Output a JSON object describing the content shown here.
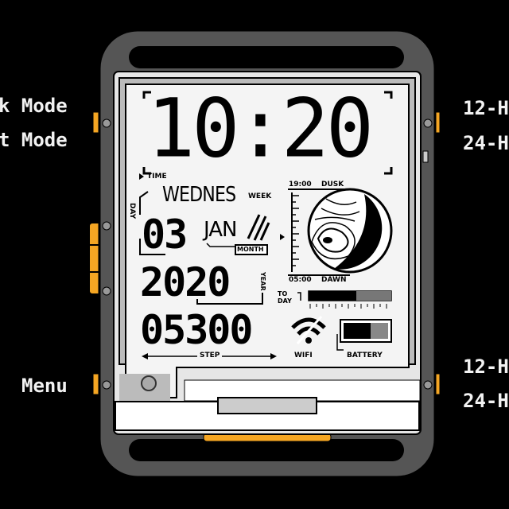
{
  "side_buttons": {
    "left_top": "k Mode",
    "left_second": "t Mode",
    "left_menu": "Menu",
    "right_top": "12-H",
    "right_second": "24-H",
    "right_third": "12-H",
    "right_fourth": "24-H"
  },
  "display": {
    "time": "10:20",
    "time_label": "TIME",
    "weekday": "WEDNES",
    "weekday_label": "WEEK",
    "day_label": "DAY",
    "day": "03",
    "month": "JAN",
    "month_label": "MONTH",
    "year": "2020",
    "year_label": "YEAR",
    "dusk_time": "19:00",
    "dusk_label": "DUSK",
    "dawn_time": "05:00",
    "dawn_label": "DAWN",
    "today_label": "TO DAY",
    "steps": "05300",
    "step_label": "STEP",
    "wifi_label": "WIFI",
    "battery_label": "BATTERY"
  },
  "colors": {
    "accent": "#f5a623",
    "case": "#555555",
    "screen": "#f4f4f4",
    "ink": "#000000"
  }
}
